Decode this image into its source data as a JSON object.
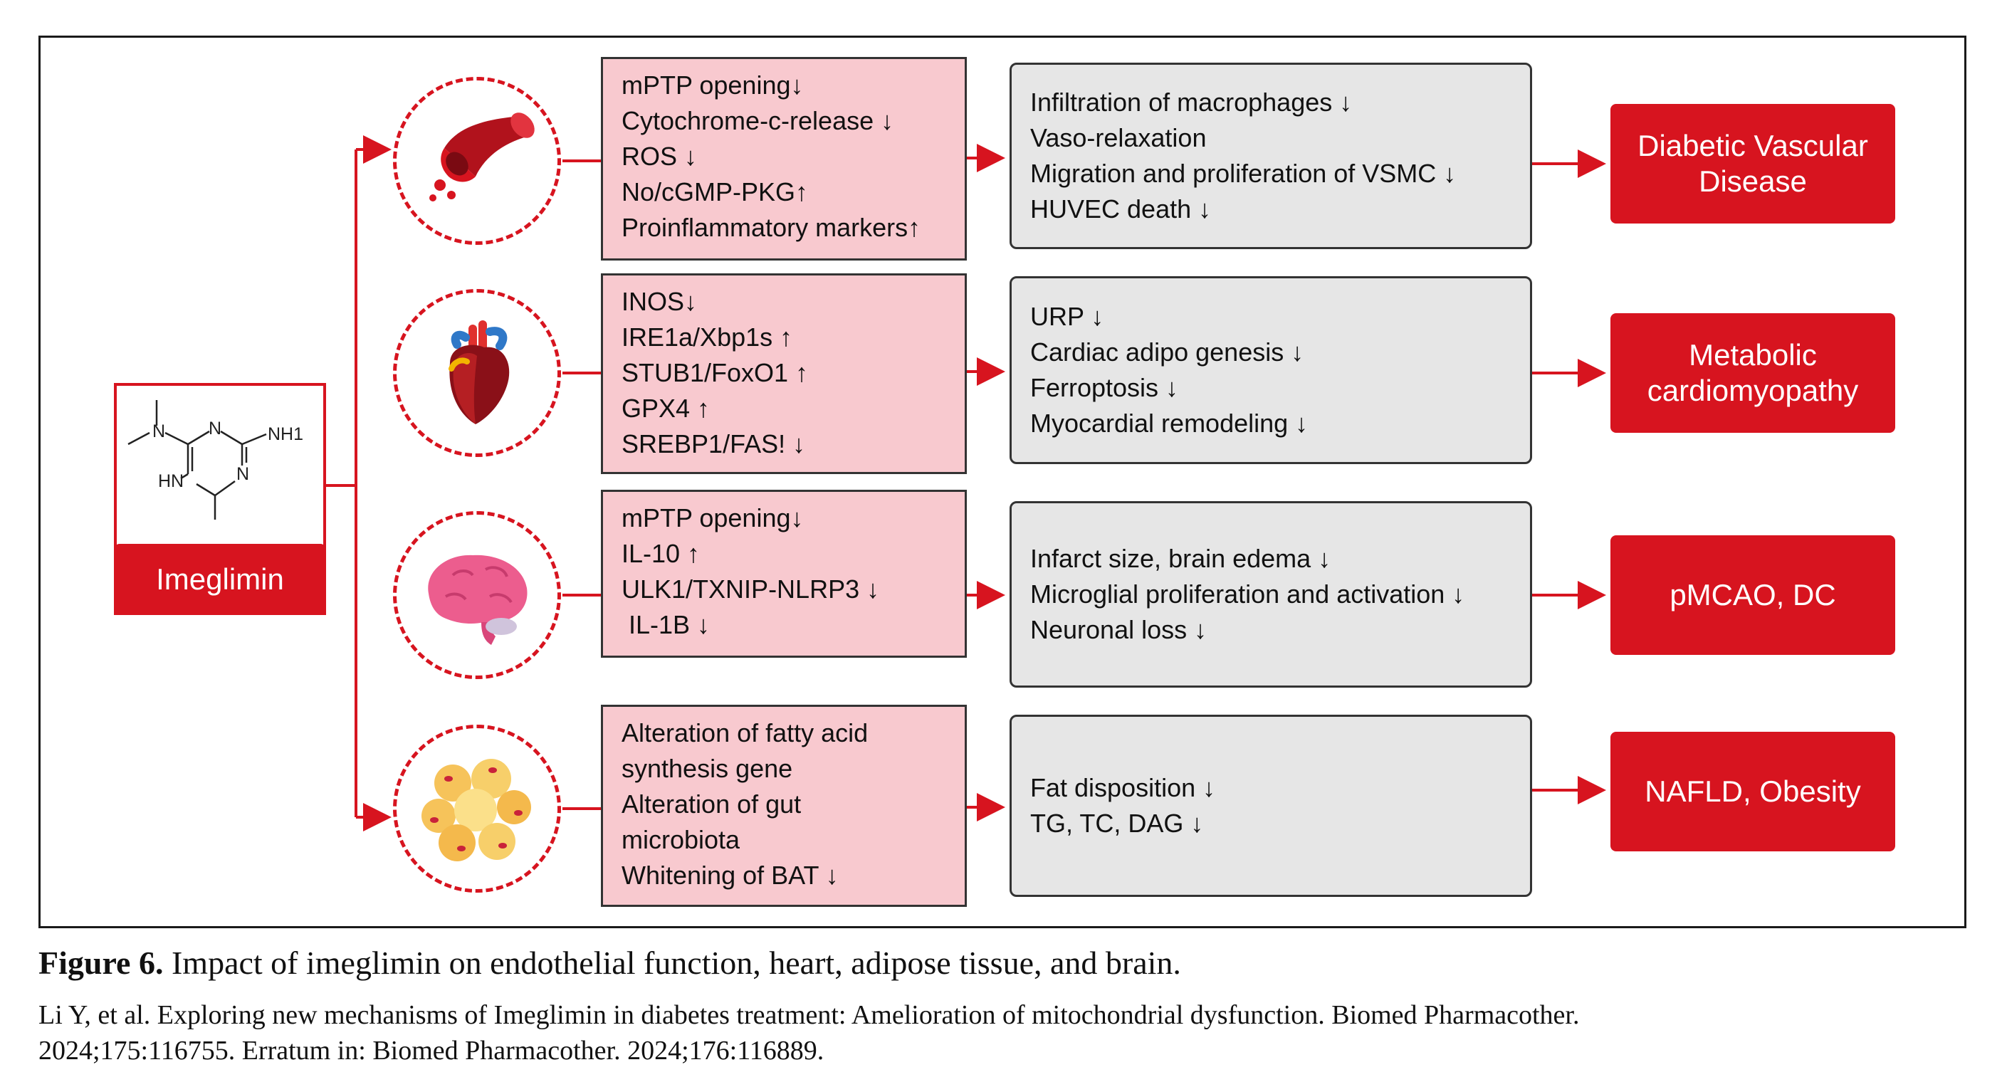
{
  "drug": {
    "name": "Imeglimin",
    "structure_labels": {
      "n_ring_top": "N",
      "n_ring_right": "N",
      "hn": "HN",
      "nh1": "NH1",
      "n_amine": "N"
    }
  },
  "rows": [
    {
      "icon": "blood-vessel-icon",
      "mechanisms": [
        "mPTP opening↓",
        "Cytochrome-c-release ↓",
        "ROS ↓",
        "No/cGMP-PKG↑",
        "Proinflammatory markers↑"
      ],
      "effects": [
        "Infiltration of macrophages ↓",
        "Vaso-relaxation",
        "Migration and proliferation of VSMC ↓",
        "HUVEC death ↓"
      ],
      "disease": [
        "Diabetic Vascular",
        "Disease"
      ]
    },
    {
      "icon": "heart-icon",
      "mechanisms": [
        "INOS↓",
        "IRE1a/Xbp1s ↑",
        "STUB1/FoxO1 ↑",
        "GPX4 ↑",
        "SREBP1/FAS! ↓"
      ],
      "effects": [
        "URP ↓",
        "Cardiac adipo genesis ↓",
        "Ferroptosis ↓",
        "Myocardial remodeling ↓"
      ],
      "disease": [
        "Metabolic",
        "cardiomyopathy"
      ]
    },
    {
      "icon": "brain-icon",
      "mechanisms": [
        "mPTP opening↓",
        "IL-10 ↑",
        "ULK1/TXNIP-NLRP3 ↓",
        " IL-1B ↓"
      ],
      "effects": [
        "Infarct size, brain edema ↓",
        "Microglial proliferation and activation ↓",
        "Neuronal loss ↓"
      ],
      "disease": [
        "pMCAO, DC"
      ]
    },
    {
      "icon": "adipose-tissue-icon",
      "mechanisms": [
        "Alteration of fatty acid",
        "synthesis gene",
        "Alteration of gut",
        "microbiota",
        "Whitening of BAT ↓"
      ],
      "effects": [
        "Fat disposition ↓",
        "TG, TC, DAG ↓"
      ],
      "disease": [
        "NAFLD, Obesity"
      ]
    }
  ],
  "caption": {
    "label": "Figure 6.",
    "text": " Impact of imeglimin on endothelial function, heart, adipose tissue, and brain.",
    "citation_line1": "Li Y, et al. Exploring new mechanisms of Imeglimin in diabetes treatment: Amelioration of mitochondrial dysfunction. Biomed Pharmacother.",
    "citation_line2": "2024;175:116755. Erratum in: Biomed Pharmacother. 2024;176:116889."
  },
  "colors": {
    "accent_red": "#d7141f",
    "mechanism_fill": "#f8c9cf",
    "effect_fill": "#e6e6e6"
  }
}
